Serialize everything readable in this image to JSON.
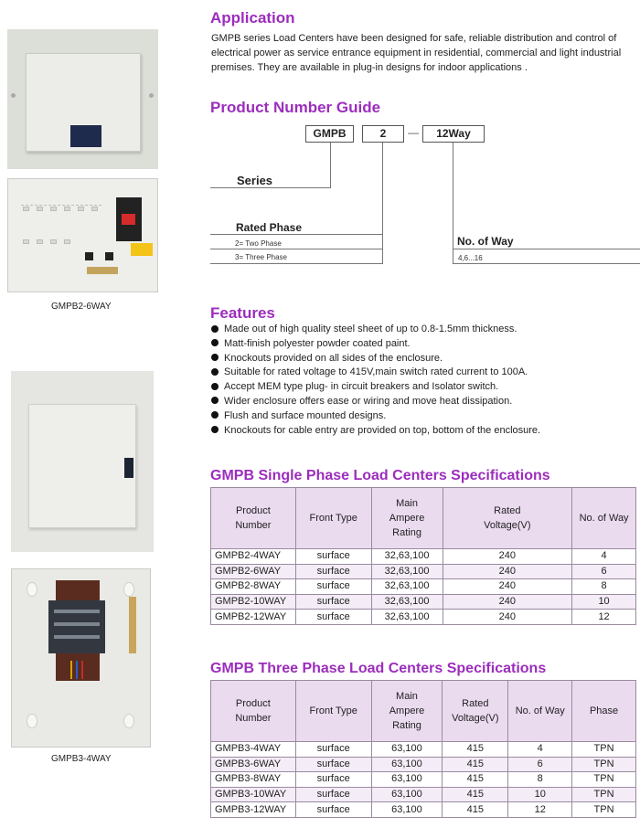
{
  "application": {
    "title": "Application",
    "text": "GMPB series Load Centers have been designed for safe, reliable distribution and control of electrical power as service entrance equipment in residential, commercial and light industrial premises. They are available in plug-in designs for indoor applications ."
  },
  "product_guide": {
    "title": "Product Number Guide",
    "code_series": "GMPB",
    "code_phase": "2",
    "code_dash": "—",
    "code_way": "12Way",
    "series_label": "Series",
    "phase_label": "Rated Phase",
    "phase_options": [
      "2= Two Phase",
      "3= Three Phase"
    ],
    "way_label": "No. of Way",
    "way_values": "4,6...16"
  },
  "captions": {
    "photo2": "GMPB2-6WAY",
    "photo4": "GMPB3-4WAY"
  },
  "features": {
    "title": "Features",
    "items": [
      "Made out of high quality steel sheet of up to 0.8-1.5mm thickness.",
      "Matt-finish polyester powder coated paint.",
      "Knockouts provided on all sides of the enclosure.",
      "Suitable for rated voltage to 415V,main switch rated current to 100A.",
      "Accept MEM type plug- in circuit breakers and Isolator switch.",
      "Wider enclosure offers ease or wiring and move heat dissipation.",
      "Flush and surface mounted designs.",
      "Knockouts for cable entry are provided on top, bottom of the enclosure."
    ]
  },
  "single_phase": {
    "title": "GMPB Single Phase Load Centers Specifications",
    "headers": [
      "Product\nNumber",
      "Front Type",
      "Main\nAmpere\nRating",
      "Rated\nVoltage(V)",
      "No. of  Way"
    ],
    "rows": [
      [
        "GMPB2-4WAY",
        "surface",
        "32,63,100",
        "240",
        "4"
      ],
      [
        "GMPB2-6WAY",
        "surface",
        "32,63,100",
        "240",
        "6"
      ],
      [
        "GMPB2-8WAY",
        "surface",
        "32,63,100",
        "240",
        "8"
      ],
      [
        "GMPB2-10WAY",
        "surface",
        "32,63,100",
        "240",
        "10"
      ],
      [
        "GMPB2-12WAY",
        "surface",
        "32,63,100",
        "240",
        "12"
      ]
    ]
  },
  "three_phase": {
    "title": "GMPB Three Phase Load Centers Specifications",
    "headers": [
      "Product\nNumber",
      "Front Type",
      "Main\nAmpere\nRating",
      "Rated\nVoltage(V)",
      "No. of  Way",
      "Phase"
    ],
    "rows": [
      [
        "GMPB3-4WAY",
        "surface",
        "63,100",
        "415",
        "4",
        "TPN"
      ],
      [
        "GMPB3-6WAY",
        "surface",
        "63,100",
        "415",
        "6",
        "TPN"
      ],
      [
        "GMPB3-8WAY",
        "surface",
        "63,100",
        "415",
        "8",
        "TPN"
      ],
      [
        "GMPB3-10WAY",
        "surface",
        "63,100",
        "415",
        "10",
        "TPN"
      ],
      [
        "GMPB3-12WAY",
        "surface",
        "63,100",
        "415",
        "12",
        "TPN"
      ]
    ]
  },
  "colors": {
    "heading": "#9c2dbd",
    "table_header": "#eadbef"
  }
}
